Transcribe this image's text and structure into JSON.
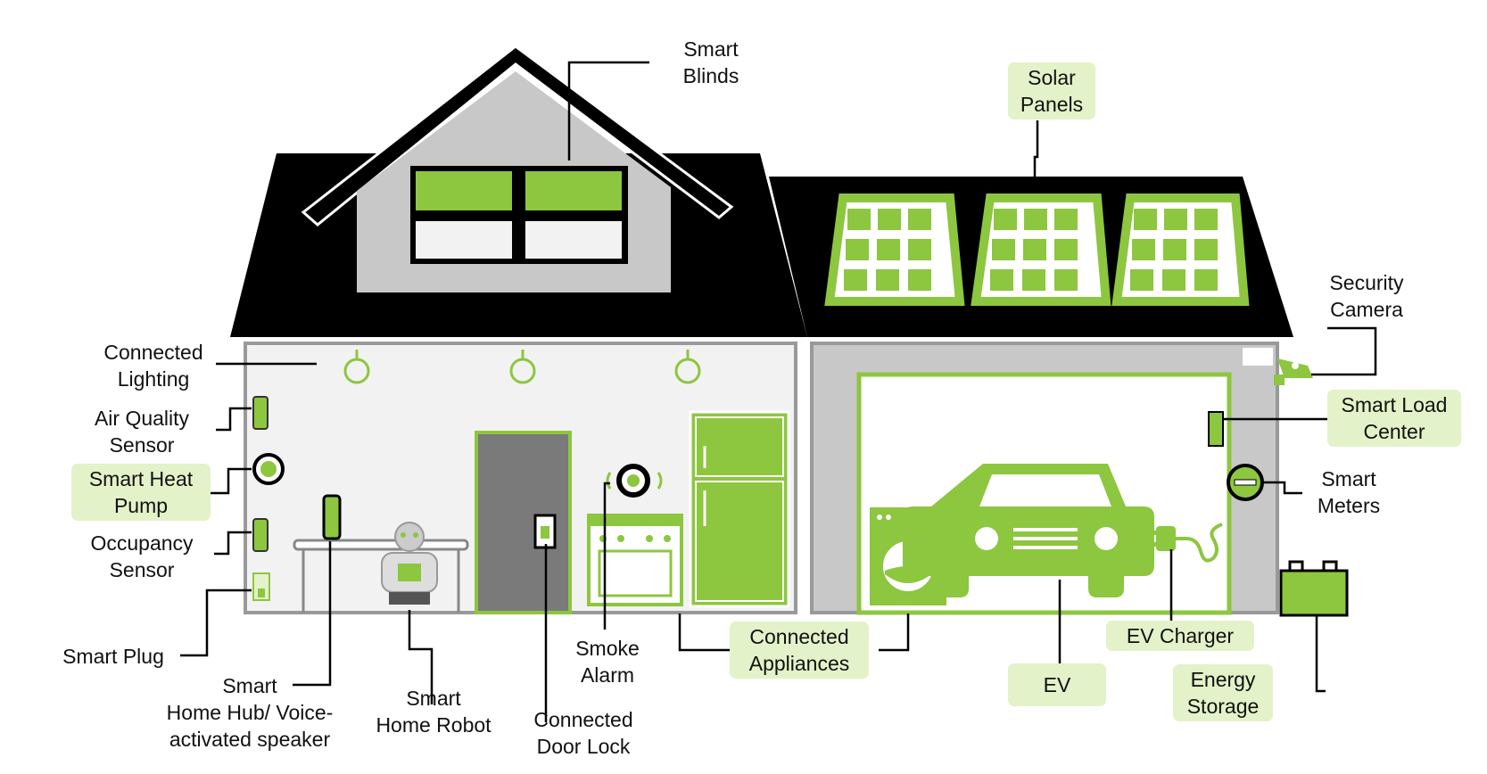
{
  "colors": {
    "accent_green": "#8dc63f",
    "highlight_bg": "#e3f2c8",
    "roof": "#000000",
    "wall_grey": "#c8c8c8",
    "interior": "#f2f2f2"
  },
  "labels": {
    "smart_blinds": "Smart\nBlinds",
    "solar_panels": "Solar\nPanels",
    "security_camera": "Security\nCamera",
    "connected_lighting": "Connected\nLighting",
    "air_quality_sensor": "Air Quality\nSensor",
    "smart_heat_pump": "Smart Heat\nPump",
    "occupancy_sensor": "Occupancy\nSensor",
    "smart_plug": "Smart Plug",
    "smart_home_hub": "Smart\nHome Hub/ Voice-\nactivated speaker",
    "smart_home_robot": "Smart\nHome Robot",
    "connected_door_lock": "Connected\nDoor Lock",
    "smoke_alarm": "Smoke\nAlarm",
    "connected_appliances": "Connected\nAppliances",
    "ev": "EV",
    "ev_charger": "EV Charger",
    "energy_storage": "Energy\nStorage",
    "smart_load_center": "Smart Load\nCenter",
    "smart_meters": "Smart\nMeters"
  },
  "icons": [
    "house-icon",
    "solar-panel-icon",
    "light-bulb-icon",
    "sensor-icon",
    "heat-pump-icon",
    "plug-icon",
    "speaker-icon",
    "robot-icon",
    "door-icon",
    "lock-icon",
    "smoke-alarm-icon",
    "stove-icon",
    "refrigerator-icon",
    "washer-icon",
    "car-icon",
    "ev-plug-icon",
    "meter-icon",
    "load-center-icon",
    "battery-icon",
    "camera-icon"
  ]
}
